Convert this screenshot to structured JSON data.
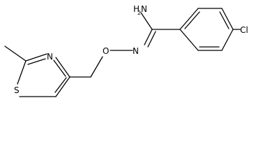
{
  "structure": {
    "atoms": {
      "amine_n": "N",
      "amine_h": "H",
      "amine_h_count": "2",
      "imine_n": "N",
      "oxygen": "O",
      "chlorine": "Cl",
      "thiazole_n": "N",
      "thiazole_s": "S"
    }
  }
}
